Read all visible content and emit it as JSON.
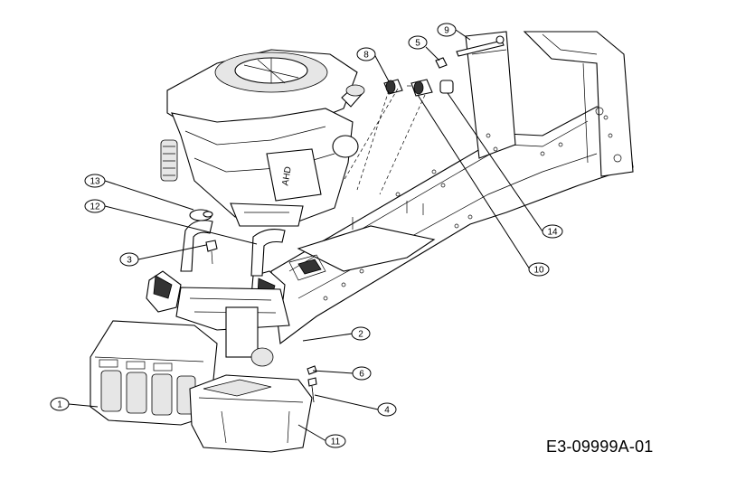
{
  "drawing_code": "E3-09999A-01",
  "callouts": [
    "1",
    "2",
    "3",
    "4",
    "5",
    "6",
    "8",
    "9",
    "10",
    "11",
    "12",
    "13",
    "14"
  ]
}
